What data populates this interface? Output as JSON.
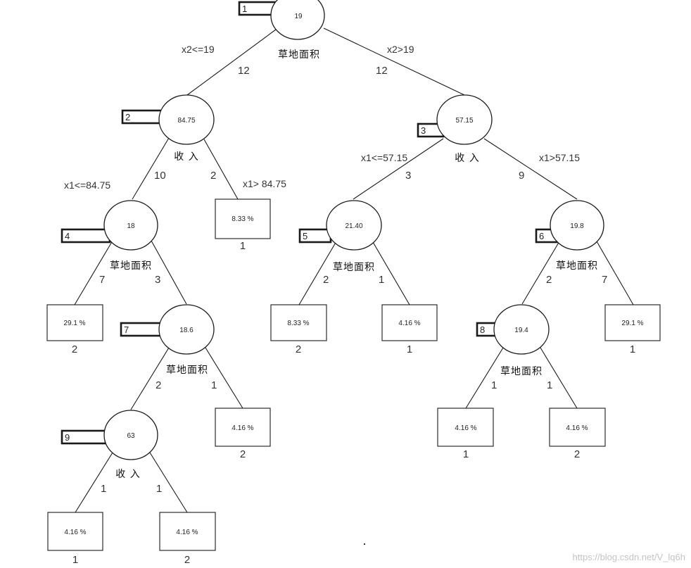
{
  "watermark": "https://blog.csdn.net/V_lq6h",
  "nodes": [
    {
      "id": "1",
      "value": "19",
      "split_var": "草地面积"
    },
    {
      "id": "2",
      "value": "84.75",
      "split_var": "收 入"
    },
    {
      "id": "3",
      "value": "57.15",
      "split_var": "收 入"
    },
    {
      "id": "4",
      "value": "18",
      "split_var": "草地面积"
    },
    {
      "id": "5",
      "value": "21.40",
      "split_var": "草地面积"
    },
    {
      "id": "6",
      "value": "19.8",
      "split_var": "草地面积"
    },
    {
      "id": "7",
      "value": "18.6",
      "split_var": "草地面积"
    },
    {
      "id": "8",
      "value": "19.4",
      "split_var": "草地面积"
    },
    {
      "id": "9",
      "value": "63",
      "split_var": "收 入"
    }
  ],
  "leaves": [
    {
      "pct": "8.33 %",
      "cls": "1"
    },
    {
      "pct": "29.1 %",
      "cls": "2"
    },
    {
      "pct": "8.33 %",
      "cls": "2"
    },
    {
      "pct": "4.16 %",
      "cls": "1"
    },
    {
      "pct": "29.1 %",
      "cls": "1"
    },
    {
      "pct": "4.16 %",
      "cls": "2"
    },
    {
      "pct": "4.16 %",
      "cls": "1"
    },
    {
      "pct": "4.16 %",
      "cls": "2"
    },
    {
      "pct": "4.16 %",
      "cls": "1"
    },
    {
      "pct": "4.16 %",
      "cls": "2"
    }
  ],
  "edge_labels": {
    "e1_left_cond": "x2<=19",
    "e1_left_count": "12",
    "e1_right_cond": "x2>19",
    "e1_right_count": "12",
    "e2_left_cond": "x1<=84.75",
    "e2_left_count": "10",
    "e2_right_cond": "x1> 84.75",
    "e2_right_count": "2",
    "e3_left_cond": "x1<=57.15",
    "e3_left_count": "3",
    "e3_right_cond": "x1>57.15",
    "e3_right_count": "9",
    "e4_left_count": "7",
    "e4_right_count": "3",
    "e5_left_count": "2",
    "e5_right_count": "1",
    "e6_left_count": "2",
    "e6_right_count": "7",
    "e7_left_count": "2",
    "e7_right_count": "1",
    "e8_left_count": "1",
    "e8_right_count": "1",
    "e9_left_count": "1",
    "e9_right_count": "1"
  }
}
